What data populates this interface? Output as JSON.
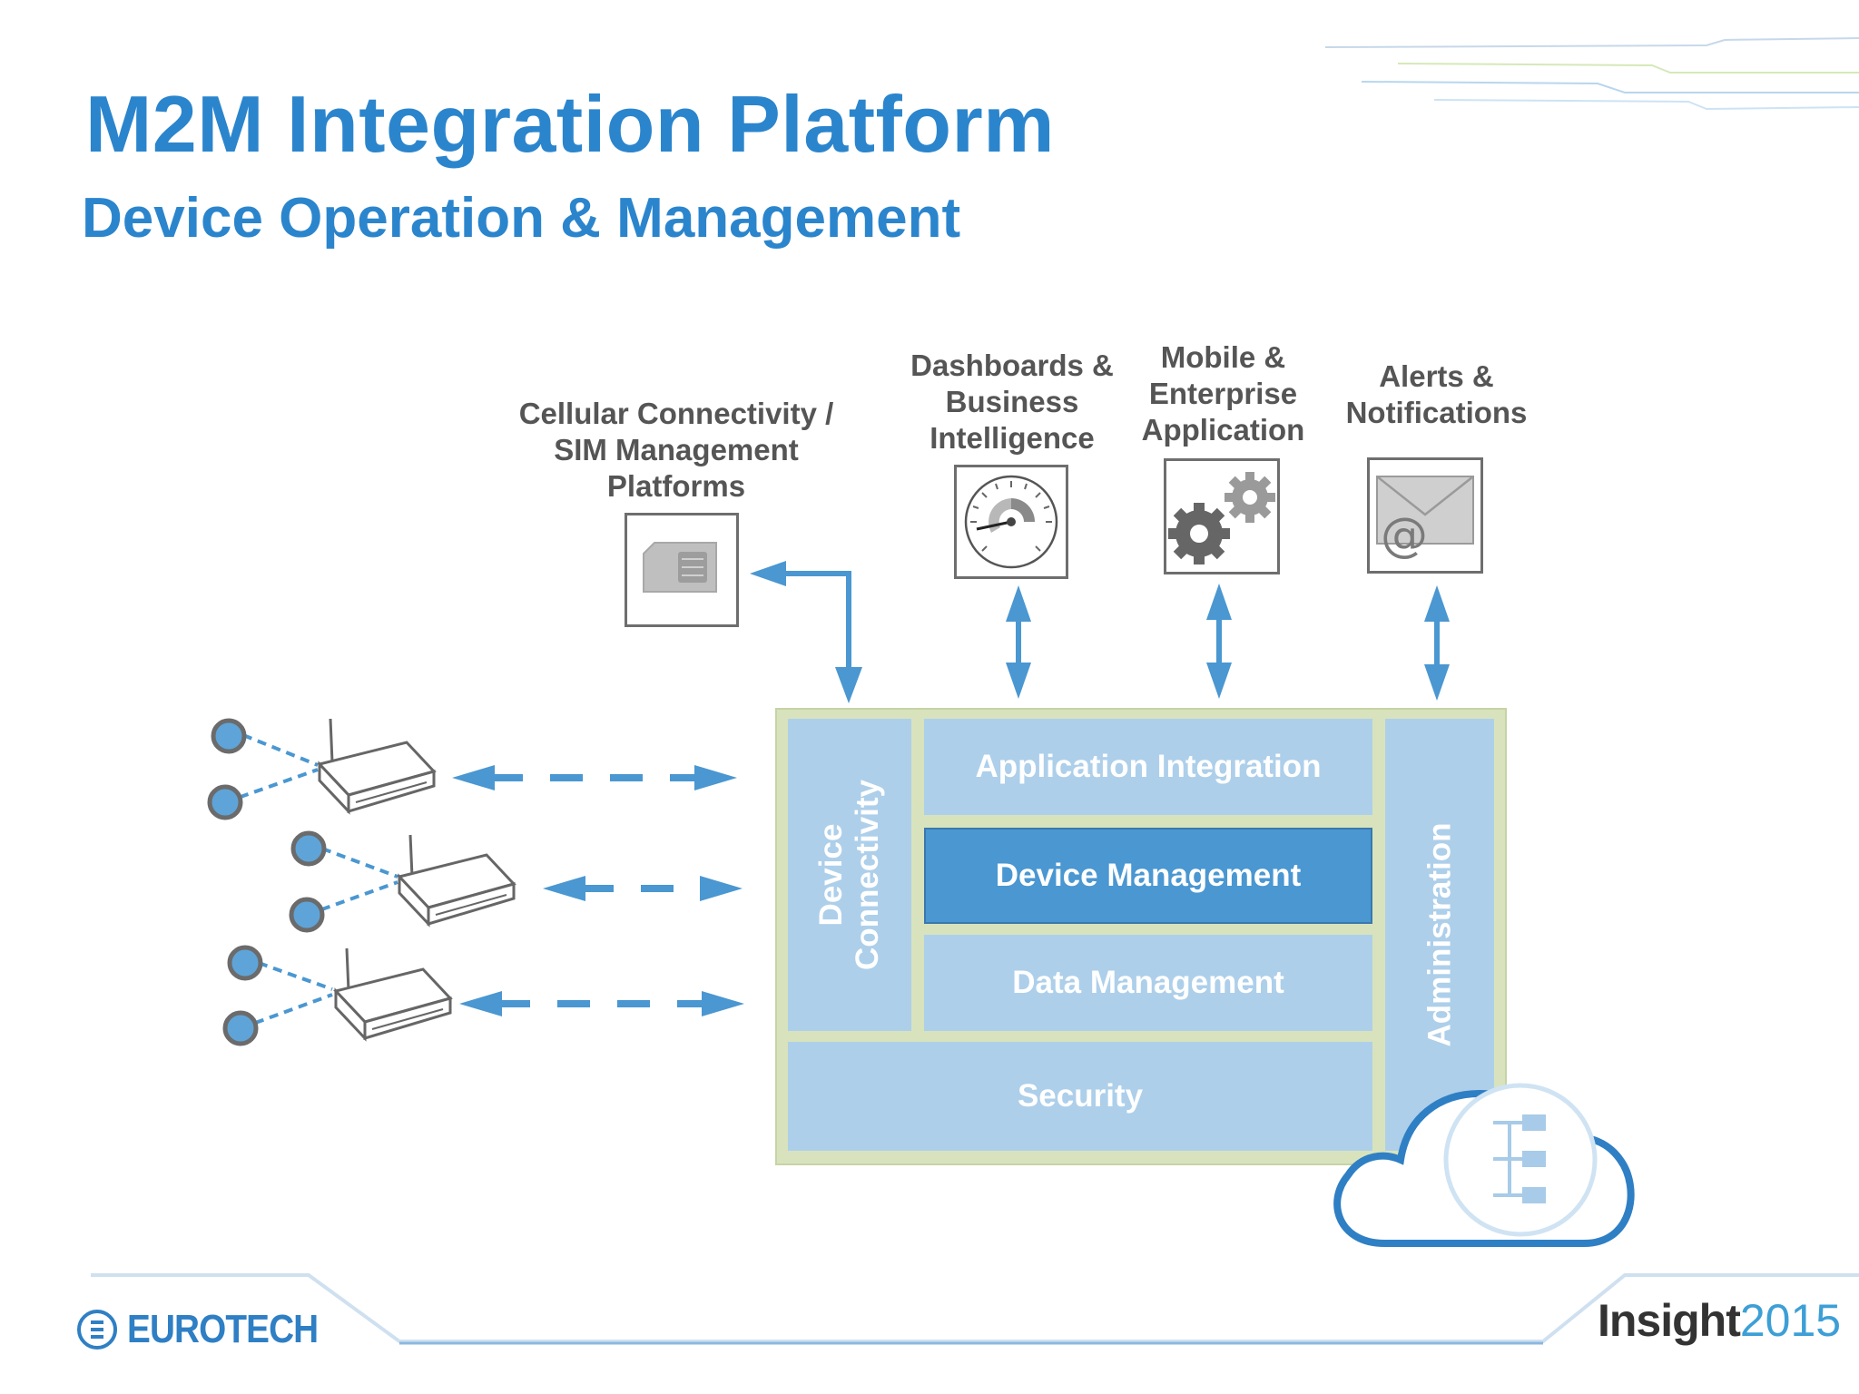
{
  "title": "M2M Integration Platform",
  "subtitle": "Device Operation & Management",
  "captions": {
    "cellular": [
      "Cellular Connectivity /",
      "SIM Management",
      "Platforms"
    ],
    "dashboards": [
      "Dashboards &",
      "Business",
      "Intelligence"
    ],
    "mobile": [
      "Mobile &",
      "Enterprise",
      "Application"
    ],
    "alerts": [
      "Alerts &",
      "Notifications"
    ]
  },
  "platform": {
    "device_connectivity": [
      "Device",
      "Connectivity"
    ],
    "application_integration": "Application Integration",
    "device_management": "Device Management",
    "data_management": "Data Management",
    "security": "Security",
    "administration": "Administration"
  },
  "icons": {
    "sim": "sim-card-icon",
    "dashboard": "gauge-icon",
    "gears": "gears-icon",
    "mail": "email-icon",
    "cloud": "cloud-icon"
  },
  "colors": {
    "accent": "#2b85cd",
    "arrow": "#4a97d1",
    "layer_light": "#adcfea",
    "layer_dark": "#4a97d1",
    "frame": "#d8e3bd"
  },
  "footer": {
    "left_logo": "EUROTECH",
    "right_logo_bold": "Insight",
    "right_logo_year": "2015"
  }
}
